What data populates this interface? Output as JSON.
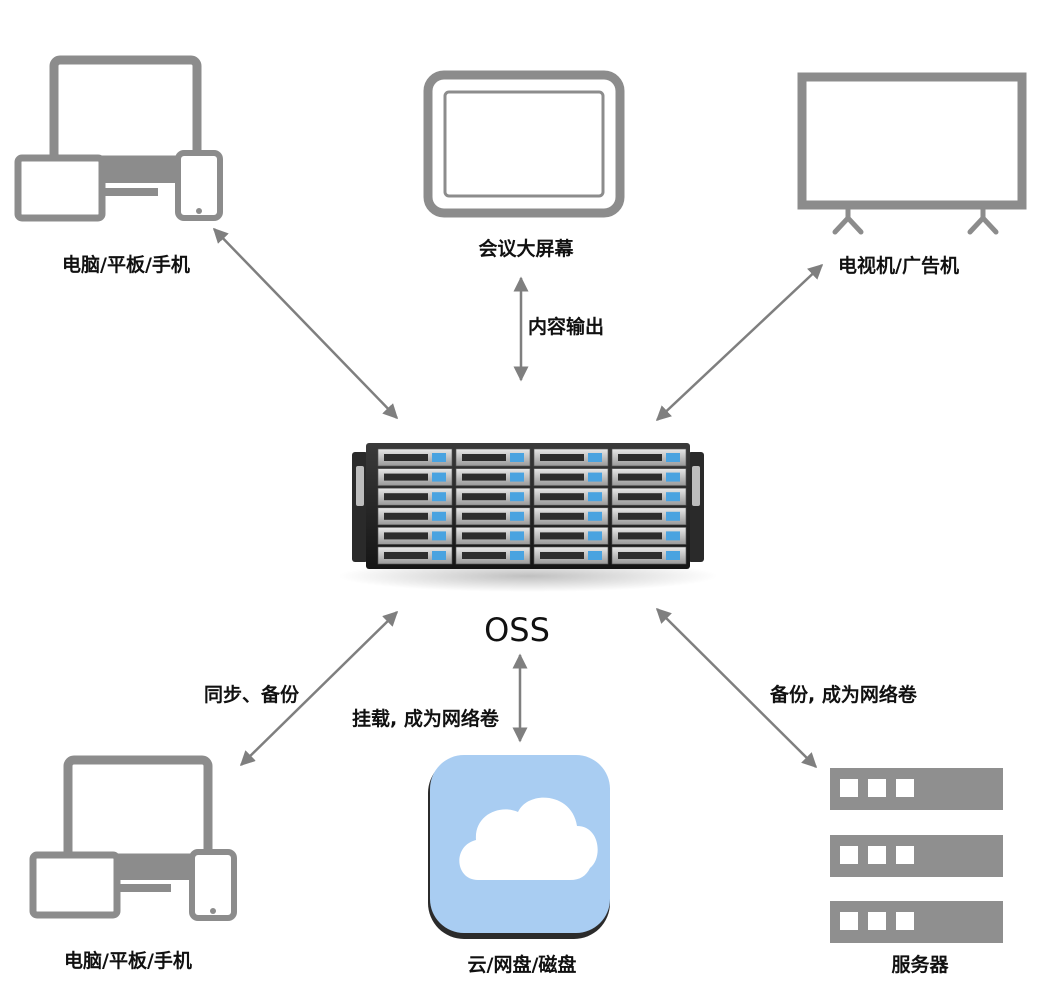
{
  "center": {
    "label": "OSS",
    "icon": "storage-server-icon"
  },
  "nodes": {
    "top_left": {
      "label": "电脑/平板/手机",
      "icon": "multi-device-icon"
    },
    "top_center": {
      "label": "会议大屏幕",
      "icon": "tablet-screen-icon"
    },
    "top_right": {
      "label": "电视机/广告机",
      "icon": "tv-monitor-icon"
    },
    "bottom_left": {
      "label": "电脑/平板/手机",
      "icon": "multi-device-icon"
    },
    "bottom_center": {
      "label": "云/网盘/磁盘",
      "icon": "cloud-icon"
    },
    "bottom_right": {
      "label": "服务器",
      "icon": "server-rack-icon"
    }
  },
  "edges": {
    "top_center": "内容输出",
    "bottom_left": "同步、备份",
    "bottom_center": "挂载, 成为网络卷",
    "bottom_right": "备份, 成为网络卷"
  },
  "colors": {
    "device_gray": "#8c8c8c",
    "arrow_gray": "#7f7f7f",
    "cloud_blue": "#a9cdf2",
    "server_gray": "#8f8f8f"
  }
}
